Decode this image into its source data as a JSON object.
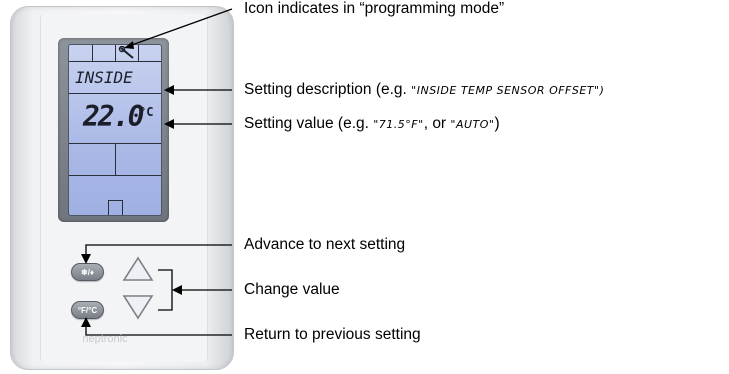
{
  "device": {
    "lcd_status_text": "INSIDE",
    "lcd_value_text": "22.0",
    "lcd_unit_text": "°C",
    "advance_button_label": "❄/♦",
    "unit_button_label": "°F/°C",
    "brand_text": "neptronic"
  },
  "callouts": [
    {
      "text": "Icon indicates in “programming mode”"
    },
    {
      "text": "Setting description (e.g. ",
      "example": "\"INSIDE TEMP SENSOR OFFSET\")"
    },
    {
      "text_before": "Setting value (e.g. ",
      "example1": "\"71.5°F\"",
      "text_middle": ", or ",
      "example2": "\"AUTO\"",
      "text_after": ")"
    },
    {
      "text": "Advance to next setting"
    },
    {
      "text": "Change value"
    },
    {
      "text": "Return to previous setting"
    }
  ],
  "colors": {
    "lcd_background": "#aab8e6",
    "lcd_segment": "#1b1f2a",
    "button": "#8d9198",
    "device_body": "#f1f2f4"
  },
  "icons": [
    "wrench-icon",
    "up-arrow-button",
    "down-arrow-button"
  ]
}
